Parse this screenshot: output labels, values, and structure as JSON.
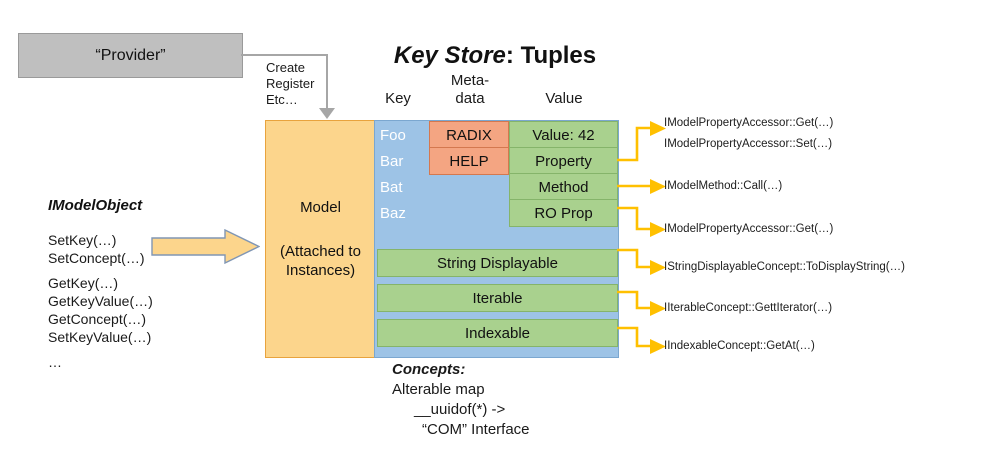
{
  "title": {
    "emphasis": "Key Store",
    "rest": ": Tuples"
  },
  "provider": {
    "label": "“Provider”"
  },
  "connector_label": {
    "lines": [
      "Create",
      "Register",
      "Etc…"
    ]
  },
  "headers": {
    "key": "Key",
    "metadata": "Meta-\ndata",
    "metadata_line1": "Meta-",
    "metadata_line2": "data",
    "value": "Value"
  },
  "model_box": {
    "line1": "Model",
    "line2": "(Attached to",
    "line3": "Instances)"
  },
  "keys": [
    "Foo",
    "Bar",
    "Bat",
    "Baz"
  ],
  "metadata_cells": [
    "RADIX",
    "HELP"
  ],
  "value_cells": [
    "Value: 42",
    "Property",
    "Method",
    "RO Prop"
  ],
  "concept_bars": [
    "String Displayable",
    "Iterable",
    "Indexable"
  ],
  "imodelobject": {
    "title": "IModelObject",
    "methods": [
      "SetKey(…)",
      "SetConcept(…)",
      "GetKey(…)",
      "GetKeyValue(…)",
      "GetConcept(…)",
      "SetKeyValue(…)",
      "…"
    ]
  },
  "concepts": {
    "title": "Concepts:",
    "line1": "Alterable map",
    "line2": "__uuidof(*) ->",
    "line3": "“COM” Interface"
  },
  "annotations": [
    {
      "id": "prop-get",
      "text": "IModelPropertyAccessor::Get(…)"
    },
    {
      "id": "prop-set",
      "text": "IModelPropertyAccessor::Set(…)"
    },
    {
      "id": "method-call",
      "text": "IModelMethod::Call(…)"
    },
    {
      "id": "roprop-get",
      "text": "IModelPropertyAccessor::Get(…)"
    },
    {
      "id": "string-displayable",
      "text": "IStringDisplayableConcept::ToDisplayString(…)"
    },
    {
      "id": "iterable",
      "text": "IIterableConcept::GettIterator(…)"
    },
    {
      "id": "indexable",
      "text": "IIndexableConcept::GetAt(…)"
    }
  ],
  "colors": {
    "provider_fill": "#bfbfbf",
    "model_fill": "#fcd58c",
    "blue_fill": "#9dc3e6",
    "salmon_fill": "#f4a582",
    "green_fill": "#a9d18e",
    "connector_gray": "#a6a6a6",
    "connector_yellow": "#ffc000"
  }
}
